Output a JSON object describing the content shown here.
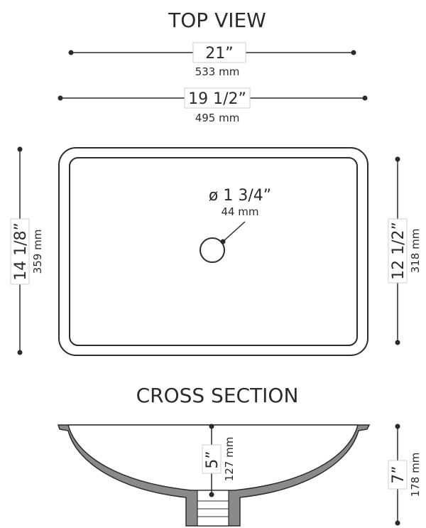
{
  "top_view": {
    "title": "TOP VIEW",
    "outer_width": {
      "imperial": "21”",
      "metric": "533 mm"
    },
    "inner_width": {
      "imperial": "19 1/2”",
      "metric": "495 mm"
    },
    "outer_depth": {
      "imperial": "14 1/8”",
      "metric": "359 mm"
    },
    "inner_depth": {
      "imperial": "12 1/2”",
      "metric": "318 mm"
    },
    "drain": {
      "imperial": "ø 1 3/4”",
      "metric": "44 mm"
    }
  },
  "cross_section": {
    "title": "CROSS SECTION",
    "bowl_depth": {
      "imperial": "5”",
      "metric": "127 mm"
    },
    "total_height": {
      "imperial": "7”",
      "metric": "178 mm"
    }
  },
  "colors": {
    "line": "#2b2b2b",
    "section_fill": "#8a8a8a"
  }
}
